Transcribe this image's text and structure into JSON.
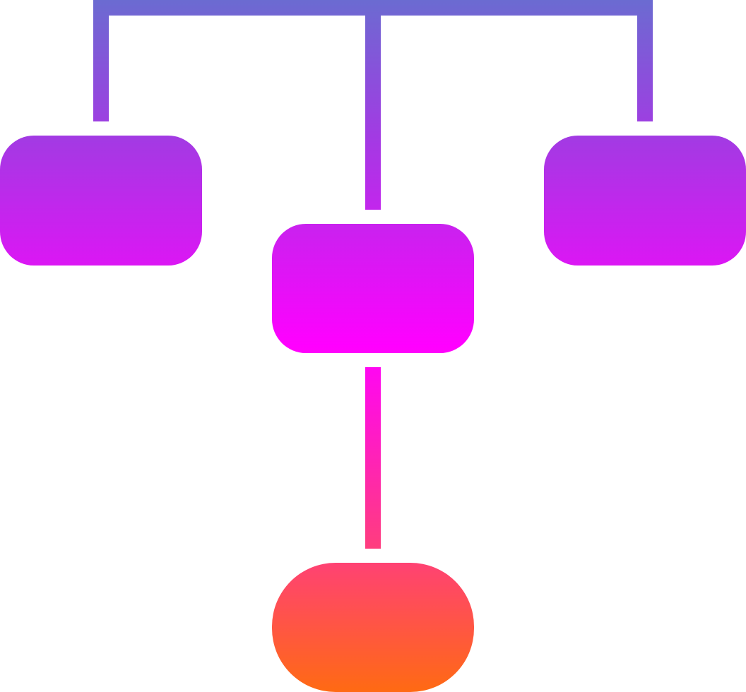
{
  "icon": {
    "name": "flowchart-hierarchy-icon",
    "gradient": {
      "top": "#6b6bd1",
      "upper_mid": "#a33ae3",
      "mid": "#ff00ff",
      "lower_mid": "#ff3f7a",
      "bottom": "#ff6a13"
    }
  },
  "nodes": [
    {
      "id": "top-left",
      "shape": "rounded-rectangle"
    },
    {
      "id": "center",
      "shape": "rounded-rectangle"
    },
    {
      "id": "top-right",
      "shape": "rounded-rectangle"
    },
    {
      "id": "bottom",
      "shape": "pill"
    }
  ],
  "connectors": [
    {
      "from": "top-bar",
      "to": "top-left"
    },
    {
      "from": "top-bar",
      "to": "center"
    },
    {
      "from": "top-bar",
      "to": "top-right"
    },
    {
      "from": "center",
      "to": "bottom"
    }
  ]
}
